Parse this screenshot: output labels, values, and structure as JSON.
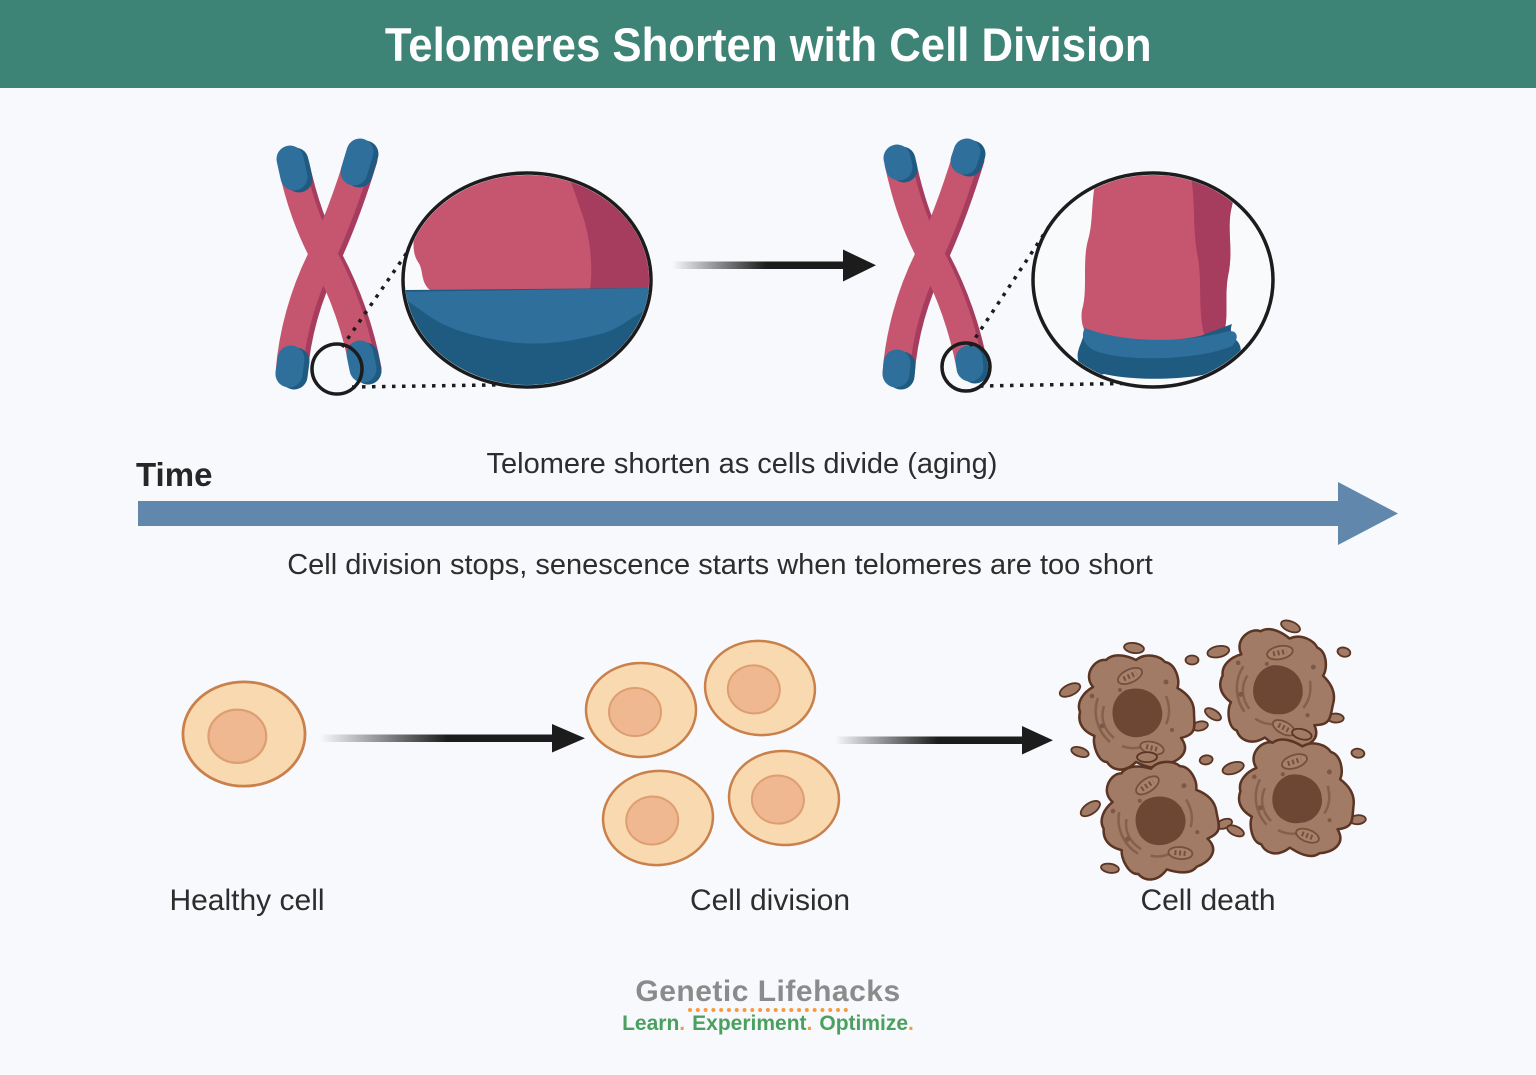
{
  "header": {
    "title": "Telomeres Shorten with Cell Division"
  },
  "timeline": {
    "label": "Time",
    "caption_above": "Telomere shorten as cells divide (aging)",
    "caption_below": "Cell division stops, senescence starts when telomeres are too short"
  },
  "stages": [
    {
      "label": "Healthy cell"
    },
    {
      "label": "Cell division"
    },
    {
      "label": "Cell death"
    }
  ],
  "footer": {
    "brand": "Genetic Lifehacks",
    "tagline": {
      "word1": "Learn",
      "word2": "Experiment",
      "word3": "Optimize",
      "dot": "."
    }
  },
  "illustration_parts": [
    "chromosome-long-telomeres",
    "magnifier-long-telomere",
    "arrow-division-step",
    "chromosome-short-telomeres",
    "magnifier-short-telomere",
    "time-arrow",
    "healthy-cell",
    "cell-division-cluster",
    "cell-death-cluster"
  ],
  "colors": {
    "header_teal": "#3d8376",
    "background": "#f7f9fc",
    "chromosome_pink": "#c65670",
    "chromosome_pink_dark": "#a63c5e",
    "telomere_blue": "#2e6f9c",
    "telomere_blue_dark": "#1f5a80",
    "time_arrow_blue": "#6287ac",
    "black_line": "#1c1c1c",
    "cell_body": "#f9d9b0",
    "cell_stroke": "#c9804b",
    "cell_nucleus": "#f0b890",
    "dead_cell_body": "#a17b65",
    "dead_cell_nucleus": "#6e4634",
    "dead_cell_outline": "#5b3423",
    "brand_gray": "#8b8b8b",
    "brand_green": "#4ba05f",
    "brand_orange": "#f79b3f",
    "text": "#2d2d2d"
  }
}
